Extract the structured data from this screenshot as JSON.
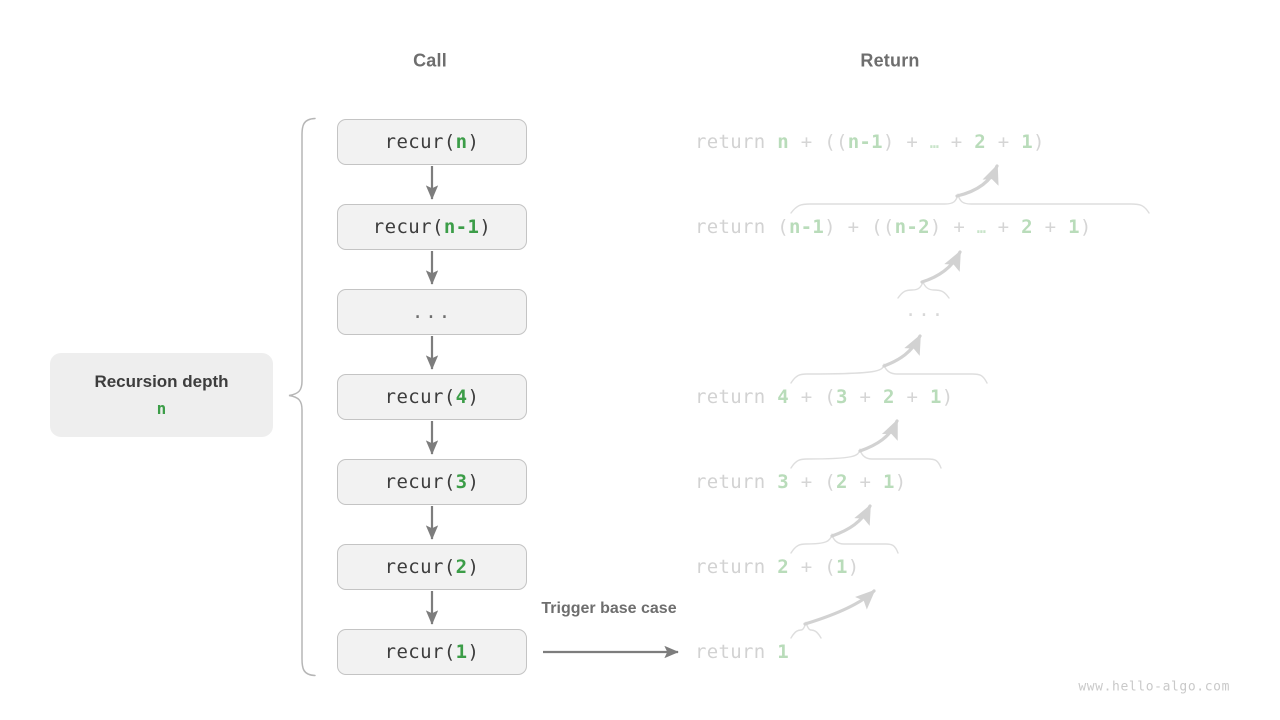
{
  "headers": {
    "call": "Call",
    "return": "Return"
  },
  "depth_label": {
    "title": "Recursion depth",
    "value": "n"
  },
  "trigger_label": "Trigger base case",
  "call_stack": [
    {
      "name": "call-box-n",
      "prefix": "recur(",
      "arg": "n",
      "suffix": ")",
      "ellipsis": false
    },
    {
      "name": "call-box-n-1",
      "prefix": "recur(",
      "arg": "n-1",
      "suffix": ")",
      "ellipsis": false
    },
    {
      "name": "call-box-dots",
      "prefix": "",
      "arg": "",
      "suffix": "",
      "ellipsis": true,
      "dots": "..."
    },
    {
      "name": "call-box-4",
      "prefix": "recur(",
      "arg": "4",
      "suffix": ")",
      "ellipsis": false
    },
    {
      "name": "call-box-3",
      "prefix": "recur(",
      "arg": "3",
      "suffix": ")",
      "ellipsis": false
    },
    {
      "name": "call-box-2",
      "prefix": "recur(",
      "arg": "2",
      "suffix": ")",
      "ellipsis": false
    },
    {
      "name": "call-box-1",
      "prefix": "recur(",
      "arg": "1",
      "suffix": ")",
      "ellipsis": false
    }
  ],
  "returns": [
    {
      "keyword": "return ",
      "expression": "n + ((n-1) + … + 2 + 1)"
    },
    {
      "keyword": "return ",
      "expression": "(n-1) + ((n-2) + … + 2 + 1)"
    },
    {
      "keyword": "",
      "expression": "..."
    },
    {
      "keyword": "return ",
      "expression": "4 + (3 + 2 + 1)"
    },
    {
      "keyword": "return ",
      "expression": "3 + (2 + 1)"
    },
    {
      "keyword": "return ",
      "expression": "2 + (1)"
    },
    {
      "keyword": "return ",
      "expression": "1"
    }
  ],
  "watermark": "www.hello-algo.com",
  "colors": {
    "accent_green": "#3c9d48",
    "faded_green": "#b9dcba",
    "box_fill": "#f2f2f2",
    "box_border": "#c4c4c4",
    "arrow_gray": "#7d7d7d",
    "faded_gray": "#d5d5d5",
    "header_gray": "#6e6e6e"
  }
}
